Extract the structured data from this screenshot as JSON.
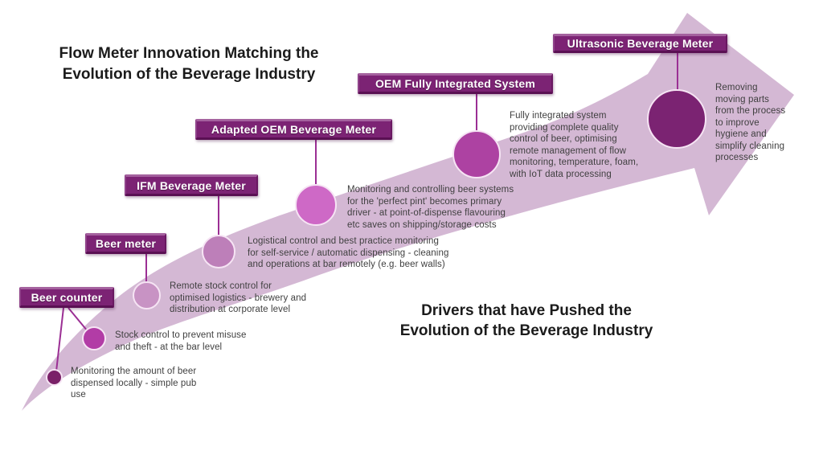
{
  "titles": {
    "left": "Flow Meter Innovation Matching the\nEvolution of the Beverage Industry",
    "right": "Drivers that have Pushed the\nEvolution of the Beverage Industry"
  },
  "arrow": {
    "name": "evolution-arrow",
    "color": "#d4b8d4",
    "connector_color": "#9b2f94",
    "label_box_color": "#7c2374",
    "label_text_color": "#ffffff"
  },
  "milestones": [
    {
      "label": "Beer counter",
      "description": "Monitoring the amount of beer\ndispensed locally - simple pub\nuse",
      "circle_color": "#7a2168"
    },
    {
      "label": "",
      "description": "Stock control to prevent misuse\nand theft - at the bar level",
      "circle_color": "#b23ca6"
    },
    {
      "label": "Beer meter",
      "description": "Remote stock control for\noptimised logistics - brewery and\ndistribution at corporate level",
      "circle_color": "#c893c4"
    },
    {
      "label": "IFM Beverage Meter",
      "description": "Logistical control and best practice monitoring\nfor self-service / automatic dispensing - cleaning\nand operations at bar remotely (e.g. beer walls)",
      "circle_color": "#bd7fb9"
    },
    {
      "label": "Adapted OEM Beverage Meter",
      "description": "Monitoring and controlling beer systems\nfor the 'perfect pint' becomes primary\ndriver - at point-of-dispense flavouring\netc saves on shipping/storage costs",
      "circle_color": "#ce69c6"
    },
    {
      "label": "OEM Fully Integrated System",
      "description": "Fully integrated system\nproviding complete quality\ncontrol of beer, optimising\nremote management of flow\nmonitoring, temperature, foam,\nwith IoT data processing",
      "circle_color": "#ad42a2"
    },
    {
      "label": "Ultrasonic Beverage Meter",
      "description": "Removing\nmoving parts\nfrom the process\nto improve\nhygiene and\nsimplify cleaning\nprocesses",
      "circle_color": "#7b2372"
    }
  ]
}
